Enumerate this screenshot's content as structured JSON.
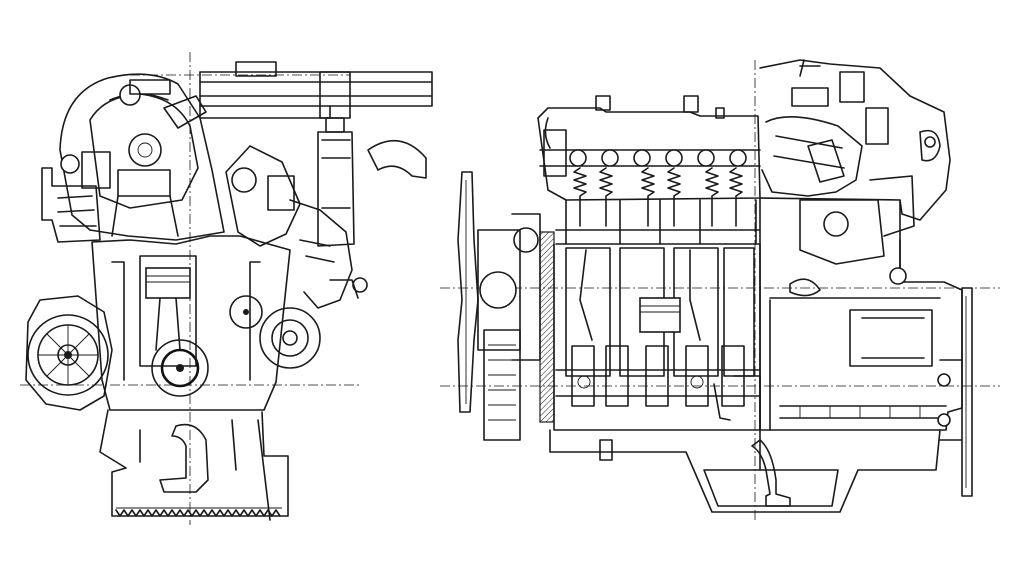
{
  "figure": {
    "background": "#ffffff",
    "ink_color": "#1a1a1a",
    "views": [
      {
        "id": "front-section",
        "kind": "engine cross-section, end view"
      },
      {
        "id": "side-section",
        "kind": "engine longitudinal section, side view"
      }
    ],
    "cylinders_in_side_view": 4
  }
}
